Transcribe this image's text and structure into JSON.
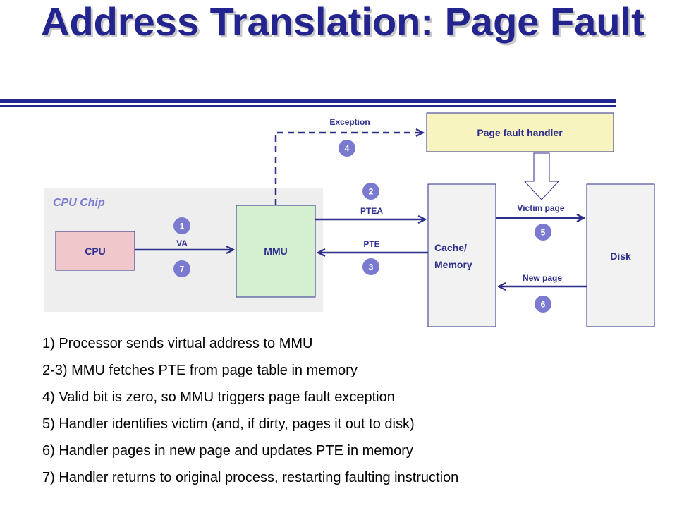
{
  "title": "Address Translation: Page Fault",
  "colors": {
    "title": "#24248e",
    "arrow": "#2e2e8c",
    "badge": "#7a7ad0",
    "cpu_fill": "#f0c8cc",
    "mmu_fill": "#d4f0d0",
    "handler_fill": "#f8f4c0",
    "chip_fill": "#eeeeee",
    "box_fill": "#f2f2f2"
  },
  "diagram": {
    "chip_label": "CPU Chip",
    "cpu": "CPU",
    "mmu": "MMU",
    "cache_line1": "Cache/",
    "cache_line2": "Memory",
    "disk": "Disk",
    "handler": "Page fault handler",
    "labels": {
      "exception": "Exception",
      "va": "VA",
      "ptea": "PTEA",
      "pte": "PTE",
      "victim_page": "Victim page",
      "new_page": "New page"
    },
    "badges": {
      "b1": "1",
      "b2": "2",
      "b3": "3",
      "b4": "4",
      "b5": "5",
      "b6": "6",
      "b7": "7"
    }
  },
  "steps": [
    "1) Processor sends virtual address to MMU",
    "2-3) MMU fetches PTE from page table in memory",
    "4) Valid bit is zero, so MMU triggers page fault exception",
    "5) Handler identifies victim (and, if dirty, pages it out to disk)",
    "6) Handler pages in new page and updates PTE in memory",
    "7) Handler returns to original process, restarting faulting instruction"
  ]
}
